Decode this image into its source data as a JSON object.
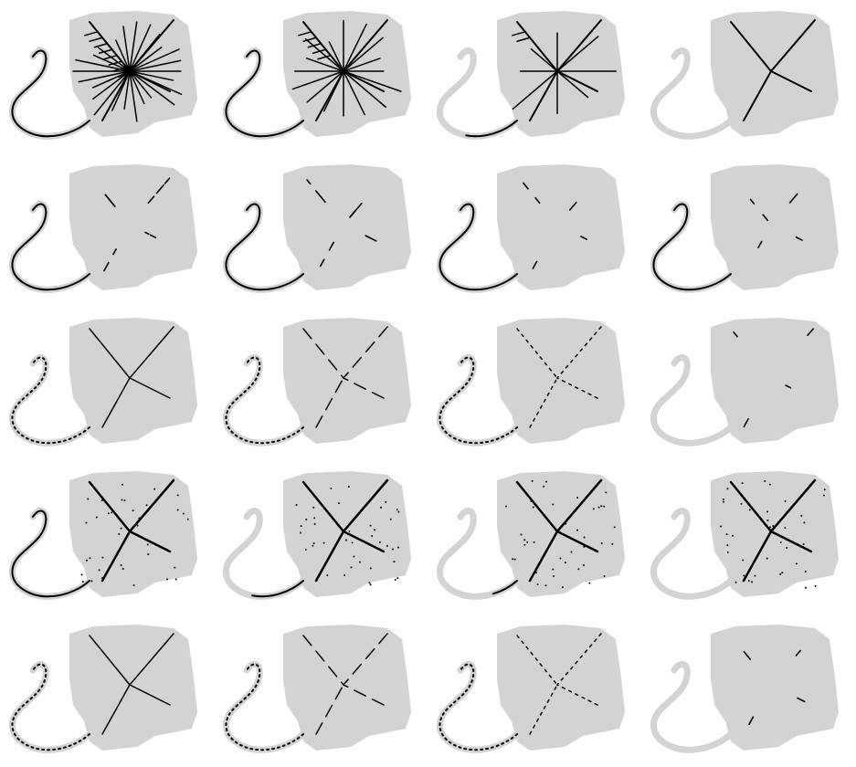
{
  "figure": {
    "rows": 5,
    "cols": 4,
    "colors": {
      "background": "#ffffff",
      "shape_fill": "#d3d3d3",
      "skeleton_stroke": "#000000"
    },
    "panels": [
      {
        "row": 1,
        "col": 1,
        "style": "dense-branching-skeleton",
        "tail": "solid"
      },
      {
        "row": 1,
        "col": 2,
        "style": "branching-skeleton",
        "tail": "solid"
      },
      {
        "row": 1,
        "col": 3,
        "style": "sparse-branching-skeleton",
        "tail": "partial"
      },
      {
        "row": 1,
        "col": 4,
        "style": "x-skeleton",
        "tail": "none"
      },
      {
        "row": 2,
        "col": 1,
        "style": "fragmented",
        "tail": "solid"
      },
      {
        "row": 2,
        "col": 2,
        "style": "fragmented",
        "tail": "solid"
      },
      {
        "row": 2,
        "col": 3,
        "style": "very-fragmented",
        "tail": "solid"
      },
      {
        "row": 2,
        "col": 4,
        "style": "very-fragmented",
        "tail": "solid"
      },
      {
        "row": 3,
        "col": 1,
        "style": "thin-x",
        "tail": "dotted"
      },
      {
        "row": 3,
        "col": 2,
        "style": "partial-x",
        "tail": "dotted"
      },
      {
        "row": 3,
        "col": 3,
        "style": "dotted-x",
        "tail": "dotted"
      },
      {
        "row": 3,
        "col": 4,
        "style": "sparse-dots",
        "tail": "none"
      },
      {
        "row": 4,
        "col": 1,
        "style": "x-with-noise",
        "tail": "solid"
      },
      {
        "row": 4,
        "col": 2,
        "style": "x-with-noise",
        "tail": "partial"
      },
      {
        "row": 4,
        "col": 3,
        "style": "x-with-noise",
        "tail": "short"
      },
      {
        "row": 4,
        "col": 4,
        "style": "x-with-noise",
        "tail": "none"
      },
      {
        "row": 5,
        "col": 1,
        "style": "thin-x",
        "tail": "dotted"
      },
      {
        "row": 5,
        "col": 2,
        "style": "partial-x",
        "tail": "dotted"
      },
      {
        "row": 5,
        "col": 3,
        "style": "dotted-x",
        "tail": "dotted"
      },
      {
        "row": 5,
        "col": 4,
        "style": "sparse-dots",
        "tail": "none"
      }
    ]
  }
}
